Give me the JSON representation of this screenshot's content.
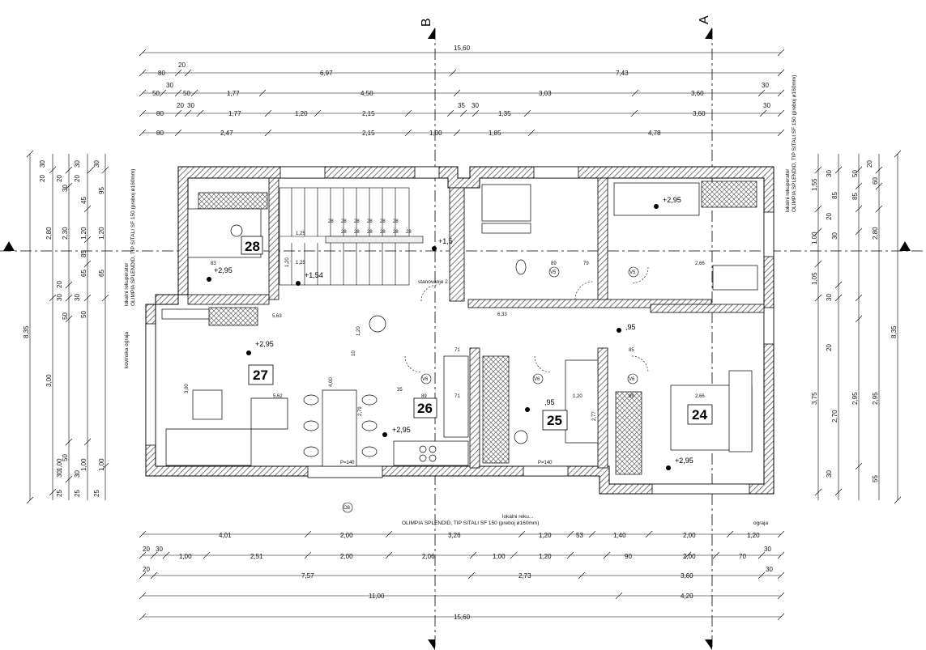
{
  "axes": {
    "b": "B",
    "a": "A"
  },
  "rooms": [
    {
      "id": "r28",
      "number": "28"
    },
    {
      "id": "r27",
      "number": "27"
    },
    {
      "id": "r26",
      "number": "26"
    },
    {
      "id": "r25",
      "number": "25"
    },
    {
      "id": "r24",
      "number": "24"
    }
  ],
  "levels": [
    "+2,95",
    "+2,95",
    "+1,54",
    "+1,5",
    "+2,95",
    "+2,95",
    "+2,95",
    ",95",
    ",95"
  ],
  "labels": {
    "kovinska": "kovinska ograja",
    "ograja": "ograja",
    "stanovanje": "stanovanje 2",
    "rek_left_1": "lokalni rekuperator",
    "rek_left_2": "OLIMPIA SPLENDID, TIP SITALI SF 150 (preboj ø160mm)",
    "rek_right_1": "lokalni rekuperator",
    "rek_right_2": "OLIMPIA SPLENDID, TIP SITALI SF 150 (preboj ø160mm)",
    "rek_bottom_1": "lokalni reku...",
    "rek_bottom_2": "OLIMPIA SPLENDID, TIP SITALI SF 150 (preboj ø160mm)",
    "p140a": "P=140",
    "p140b": "P=140"
  },
  "dims_top": {
    "r1": [
      "15,60"
    ],
    "r2": [
      "80",
      "20",
      "6,97",
      "7,43"
    ],
    "r3": [
      "50",
      "30",
      "50",
      "1,77",
      "4,50",
      "3,03",
      "3,60",
      "30"
    ],
    "r4": [
      "80",
      "20",
      "30",
      "1,77",
      "1,20",
      "2,15",
      "35",
      "30",
      "1,35",
      "3,60",
      "30"
    ],
    "r5": [
      "80",
      "2,47",
      "2,15",
      "1,00",
      "1,85",
      "4,78"
    ]
  },
  "dims_bottom": {
    "r1": [
      "4,01",
      "2,00",
      "3,26",
      "1,20",
      "53",
      "1,40",
      "2,00",
      "1,20"
    ],
    "r2": [
      "20",
      "30",
      "1,00",
      "2,51",
      "2,00",
      "2,06",
      "1,00",
      "1,20",
      "90",
      "2,00",
      "70",
      "30"
    ],
    "r3": [
      "20",
      "7,57",
      "2,73",
      "3,60",
      "30"
    ],
    "r4": [
      "11,00",
      "4,20"
    ],
    "r5": [
      "15,60"
    ]
  },
  "dims_left": {
    "total": "8,35",
    "c2": [
      "2,80",
      "3,00"
    ],
    "c3": [
      "20",
      "30",
      "2,30",
      "30",
      "20",
      "50",
      "1,00",
      "50",
      "30",
      "25"
    ],
    "c4": [
      "20",
      "30",
      "1,20",
      "65",
      "85",
      "30",
      "1,00",
      "30",
      "25"
    ],
    "c5": [
      "30",
      "20",
      "45",
      "95",
      "1,20",
      "65",
      "30",
      "50",
      "1,00",
      "25"
    ]
  },
  "dims_right": {
    "total": "8,35",
    "c2": [
      "2,80",
      "2,95"
    ],
    "c3": [
      "1,55",
      "85",
      "1,00",
      "1,05",
      "3,75",
      "2,95"
    ],
    "c4": [
      "30",
      "20",
      "30",
      "85",
      "30",
      "20",
      "2,70",
      "30",
      "55"
    ],
    "c5": [
      "50",
      "20",
      "60"
    ]
  },
  "stairs": [
    "28",
    "28",
    "28",
    "28",
    "28",
    "28",
    "28",
    "28",
    "28",
    "28",
    "28",
    "28"
  ],
  "inner_dims": [
    "1,25",
    "1,25",
    "1,20",
    "83",
    "5,63",
    "6,33",
    "5,62",
    "4,00",
    "3,00",
    "2,79",
    "35",
    "89",
    "71",
    "71",
    "89",
    "1,20",
    "2,66",
    "2,66",
    "79",
    "89",
    "2,77",
    "85",
    "1,20",
    "10"
  ],
  "openings": [
    "V6",
    "V6",
    "V5",
    "V5",
    "V6",
    "O8"
  ]
}
